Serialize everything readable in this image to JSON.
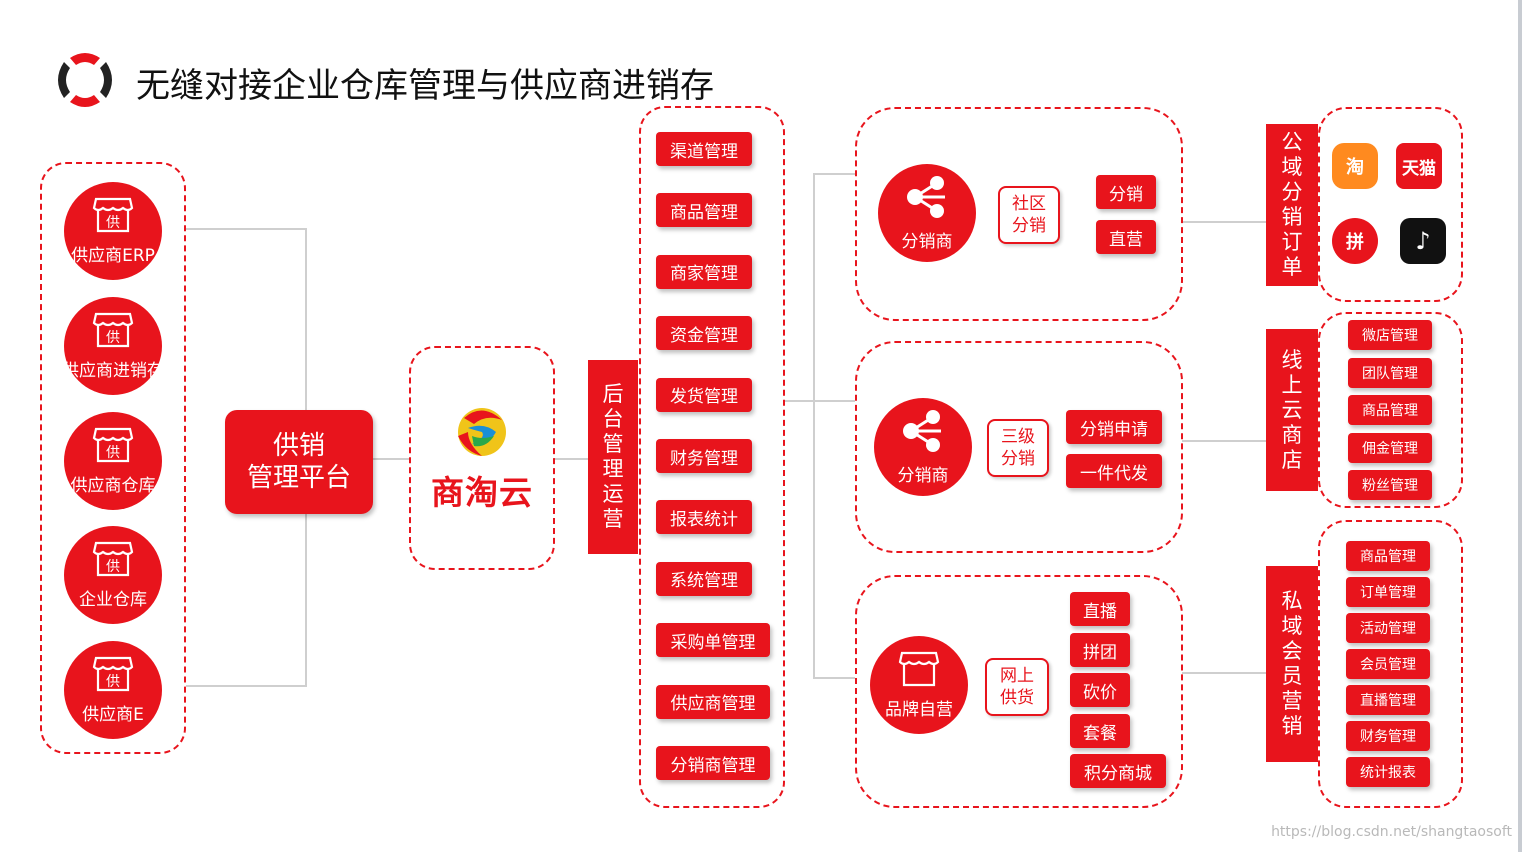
{
  "title": "无缝对接企业仓库管理与供应商进销存",
  "colors": {
    "accent": "#e8141c",
    "line": "#cfcfcf"
  },
  "left_nodes": [
    {
      "label": "供应商ERP",
      "icon": "store-icon",
      "badge": "供"
    },
    {
      "label": "供应商进销存",
      "icon": "store-icon",
      "badge": "供"
    },
    {
      "label": "供应商仓库",
      "icon": "store-icon",
      "badge": "供"
    },
    {
      "label": "企业仓库",
      "icon": "store-icon",
      "badge": "供"
    },
    {
      "label": "供应商E",
      "icon": "store-icon",
      "badge": "供"
    }
  ],
  "platform": {
    "line1": "供销",
    "line2": "管理平台"
  },
  "brand": {
    "name": "商淘云",
    "icon": "shangtaoyun-logo-icon"
  },
  "backend": {
    "label": "后台管理运营",
    "chars": [
      "后",
      "台",
      "管",
      "理",
      "运",
      "营"
    ]
  },
  "backend_items": [
    "渠道管理",
    "商品管理",
    "商家管理",
    "资金管理",
    "发货管理",
    "财务管理",
    "报表统计",
    "系统管理",
    "采购单管理",
    "供应商管理",
    "分销商管理"
  ],
  "groups": [
    {
      "circle": "分销商",
      "icon": "share-icon",
      "tag": [
        "社区",
        "分销"
      ],
      "buttons": [
        "分销",
        "直营"
      ]
    },
    {
      "circle": "分销商",
      "icon": "share-icon",
      "tag": [
        "三级",
        "分销"
      ],
      "buttons": [
        "分销申请",
        "一件代发"
      ]
    },
    {
      "circle": "品牌自营",
      "icon": "store-icon",
      "tag": [
        "网上",
        "供货"
      ],
      "buttons": [
        "直播",
        "拼团",
        "砍价",
        "套餐",
        "积分商城"
      ]
    }
  ],
  "right_sections": [
    {
      "chars": [
        "公",
        "域",
        "分",
        "销",
        "订",
        "单"
      ],
      "apps": [
        {
          "name": "taobao-icon",
          "text": "淘"
        },
        {
          "name": "tmall-icon",
          "text": "天猫"
        },
        {
          "name": "pinduoduo-icon",
          "text": "拼"
        },
        {
          "name": "douyin-icon",
          "text": "♪"
        }
      ]
    },
    {
      "chars": [
        "线",
        "上",
        "云",
        "商",
        "店"
      ],
      "items": [
        "微店管理",
        "团队管理",
        "商品管理",
        "佣金管理",
        "粉丝管理"
      ]
    },
    {
      "chars": [
        "私",
        "域",
        "会",
        "员",
        "营",
        "销"
      ],
      "items": [
        "商品管理",
        "订单管理",
        "活动管理",
        "会员管理",
        "直播管理",
        "财务管理",
        "统计报表"
      ]
    }
  ],
  "watermark": "https://blog.csdn.net/shangtaosoft"
}
